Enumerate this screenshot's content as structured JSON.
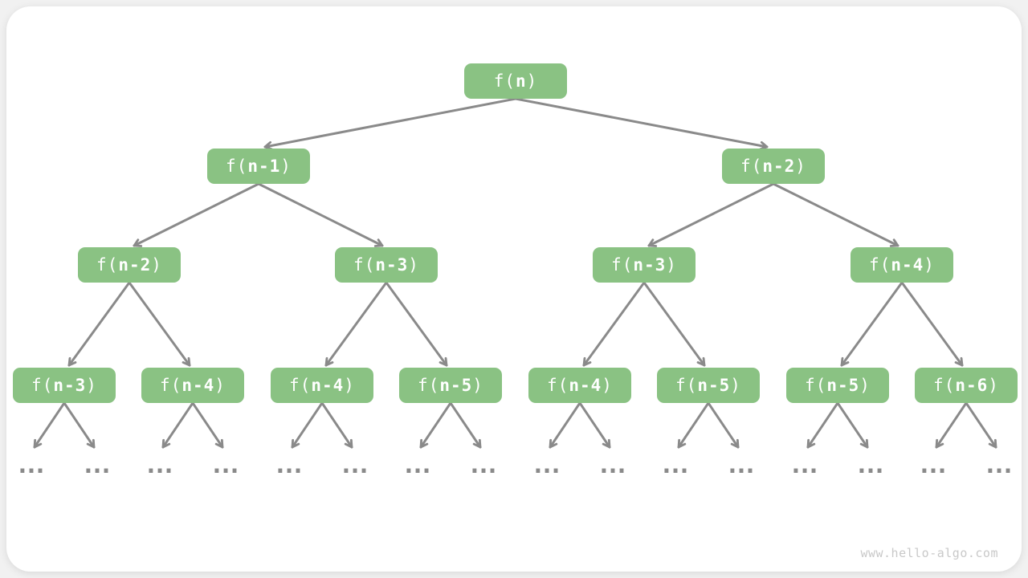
{
  "page": {
    "watermark": "www.hello-algo.com"
  },
  "colors": {
    "node_background": "#8ac283",
    "node_text": "#ffffff",
    "arrow": "#8a8a8a",
    "card_background": "#ffffff",
    "page_background": "#f1f1f1",
    "watermark_text": "#c9c9c9"
  },
  "tree": {
    "description_type": "recursion-tree",
    "levels": [
      {
        "nodes": [
          {
            "prefix": "f(",
            "arg": "n",
            "suffix": ")"
          }
        ]
      },
      {
        "nodes": [
          {
            "prefix": "f(",
            "arg": "n-1",
            "suffix": ")"
          },
          {
            "prefix": "f(",
            "arg": "n-2",
            "suffix": ")"
          }
        ]
      },
      {
        "nodes": [
          {
            "prefix": "f(",
            "arg": "n-2",
            "suffix": ")"
          },
          {
            "prefix": "f(",
            "arg": "n-3",
            "suffix": ")"
          },
          {
            "prefix": "f(",
            "arg": "n-3",
            "suffix": ")"
          },
          {
            "prefix": "f(",
            "arg": "n-4",
            "suffix": ")"
          }
        ]
      },
      {
        "nodes": [
          {
            "prefix": "f(",
            "arg": "n-3",
            "suffix": ")"
          },
          {
            "prefix": "f(",
            "arg": "n-4",
            "suffix": ")"
          },
          {
            "prefix": "f(",
            "arg": "n-4",
            "suffix": ")"
          },
          {
            "prefix": "f(",
            "arg": "n-5",
            "suffix": ")"
          },
          {
            "prefix": "f(",
            "arg": "n-4",
            "suffix": ")"
          },
          {
            "prefix": "f(",
            "arg": "n-5",
            "suffix": ")"
          },
          {
            "prefix": "f(",
            "arg": "n-5",
            "suffix": ")"
          },
          {
            "prefix": "f(",
            "arg": "n-6",
            "suffix": ")"
          }
        ]
      }
    ],
    "ellipsis": [
      "...",
      "...",
      "...",
      "...",
      "...",
      "...",
      "...",
      "...",
      "...",
      "...",
      "...",
      "...",
      "...",
      "...",
      "...",
      "..."
    ]
  }
}
